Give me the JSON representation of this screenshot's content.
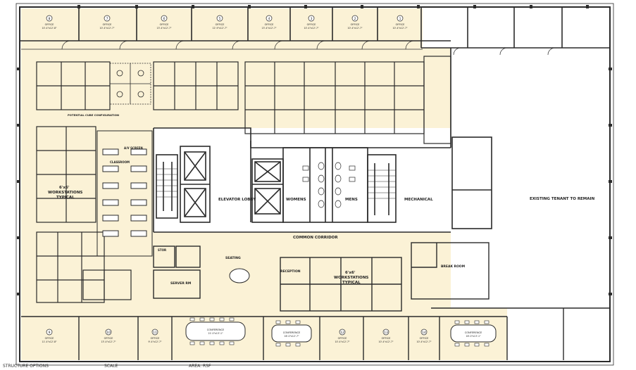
{
  "rooms": {
    "elevator_lobby": "ELEVATOR LOBBY",
    "womens": "WOMENS",
    "mens": "MENS",
    "mechanical": "MECHANICAL",
    "common_corridor": "COMMON CORRIDOR",
    "existing_tenant": "EXISTING TENANT TO REMAIN",
    "reception": "RECEPTION",
    "server": "SERVER RM",
    "stor": "STOR",
    "break_room": "BREAK ROOM",
    "seating": "SEATING",
    "av_screen": "A/V SCREEN",
    "classroom": "CLASSROOM",
    "potential_cube": "POTENTIAL CUBE CONFIGURATION"
  },
  "workstations": {
    "dimension": "6'x6'",
    "label": "WORKSTATIONS",
    "sub": "TYPICAL"
  },
  "offices_top": [
    {
      "num": "8",
      "label": "OFFICE",
      "size": "10'-4\"x12'-8\""
    },
    {
      "num": "7",
      "label": "OFFICE",
      "size": "10'-4\"x12'-7\""
    },
    {
      "num": "6",
      "label": "OFFICE",
      "size": "13'-4\"x12'-7\""
    },
    {
      "num": "5",
      "label": "OFFICE",
      "size": "12'-9\"x12'-7\""
    },
    {
      "num": "4",
      "label": "OFFICE",
      "size": "13'-4\"x12'-7\""
    },
    {
      "num": "3",
      "label": "OFFICE",
      "size": "10'-4\"x12'-7\""
    },
    {
      "num": "2",
      "label": "OFFICE",
      "size": "10'-4\"x12'-7\""
    },
    {
      "num": "1",
      "label": "OFFICE",
      "size": "10'-4\"x12'-7\""
    }
  ],
  "offices_bottom": [
    {
      "num": "9",
      "label": "OFFICE",
      "size": "11'-4\"x12'-8\""
    },
    {
      "num": "10",
      "label": "OFFICE",
      "size": "13'-4\"x12'-7\""
    },
    {
      "num": "11",
      "label": "OFFICE",
      "size": "9'-4\"x12'-7\""
    },
    {
      "num": "12",
      "label": "OFFICE",
      "size": "10'-4\"x12'-7\""
    },
    {
      "num": "13",
      "label": "OFFICE",
      "size": "10'-4\"x12'-7\""
    },
    {
      "num": "14",
      "label": "OFFICE",
      "size": "10'-4\"x12'-7\""
    }
  ],
  "conference": [
    {
      "label": "CONFERENCE",
      "size": "21'-0\"x13'-1\""
    },
    {
      "label": "CONFERENCE",
      "size": "16'-0\"x12'-7\""
    },
    {
      "label": "CONFERENCE",
      "size": "16'-0\"x13'-1\""
    }
  ],
  "footer": {
    "left": "STRUCTURE OPTIONS",
    "mid": "SCALE",
    "right": "AREA: RSF"
  },
  "colors": {
    "fill": "#fbf2d6",
    "white": "#ffffff",
    "line": "#2a2a2a"
  }
}
